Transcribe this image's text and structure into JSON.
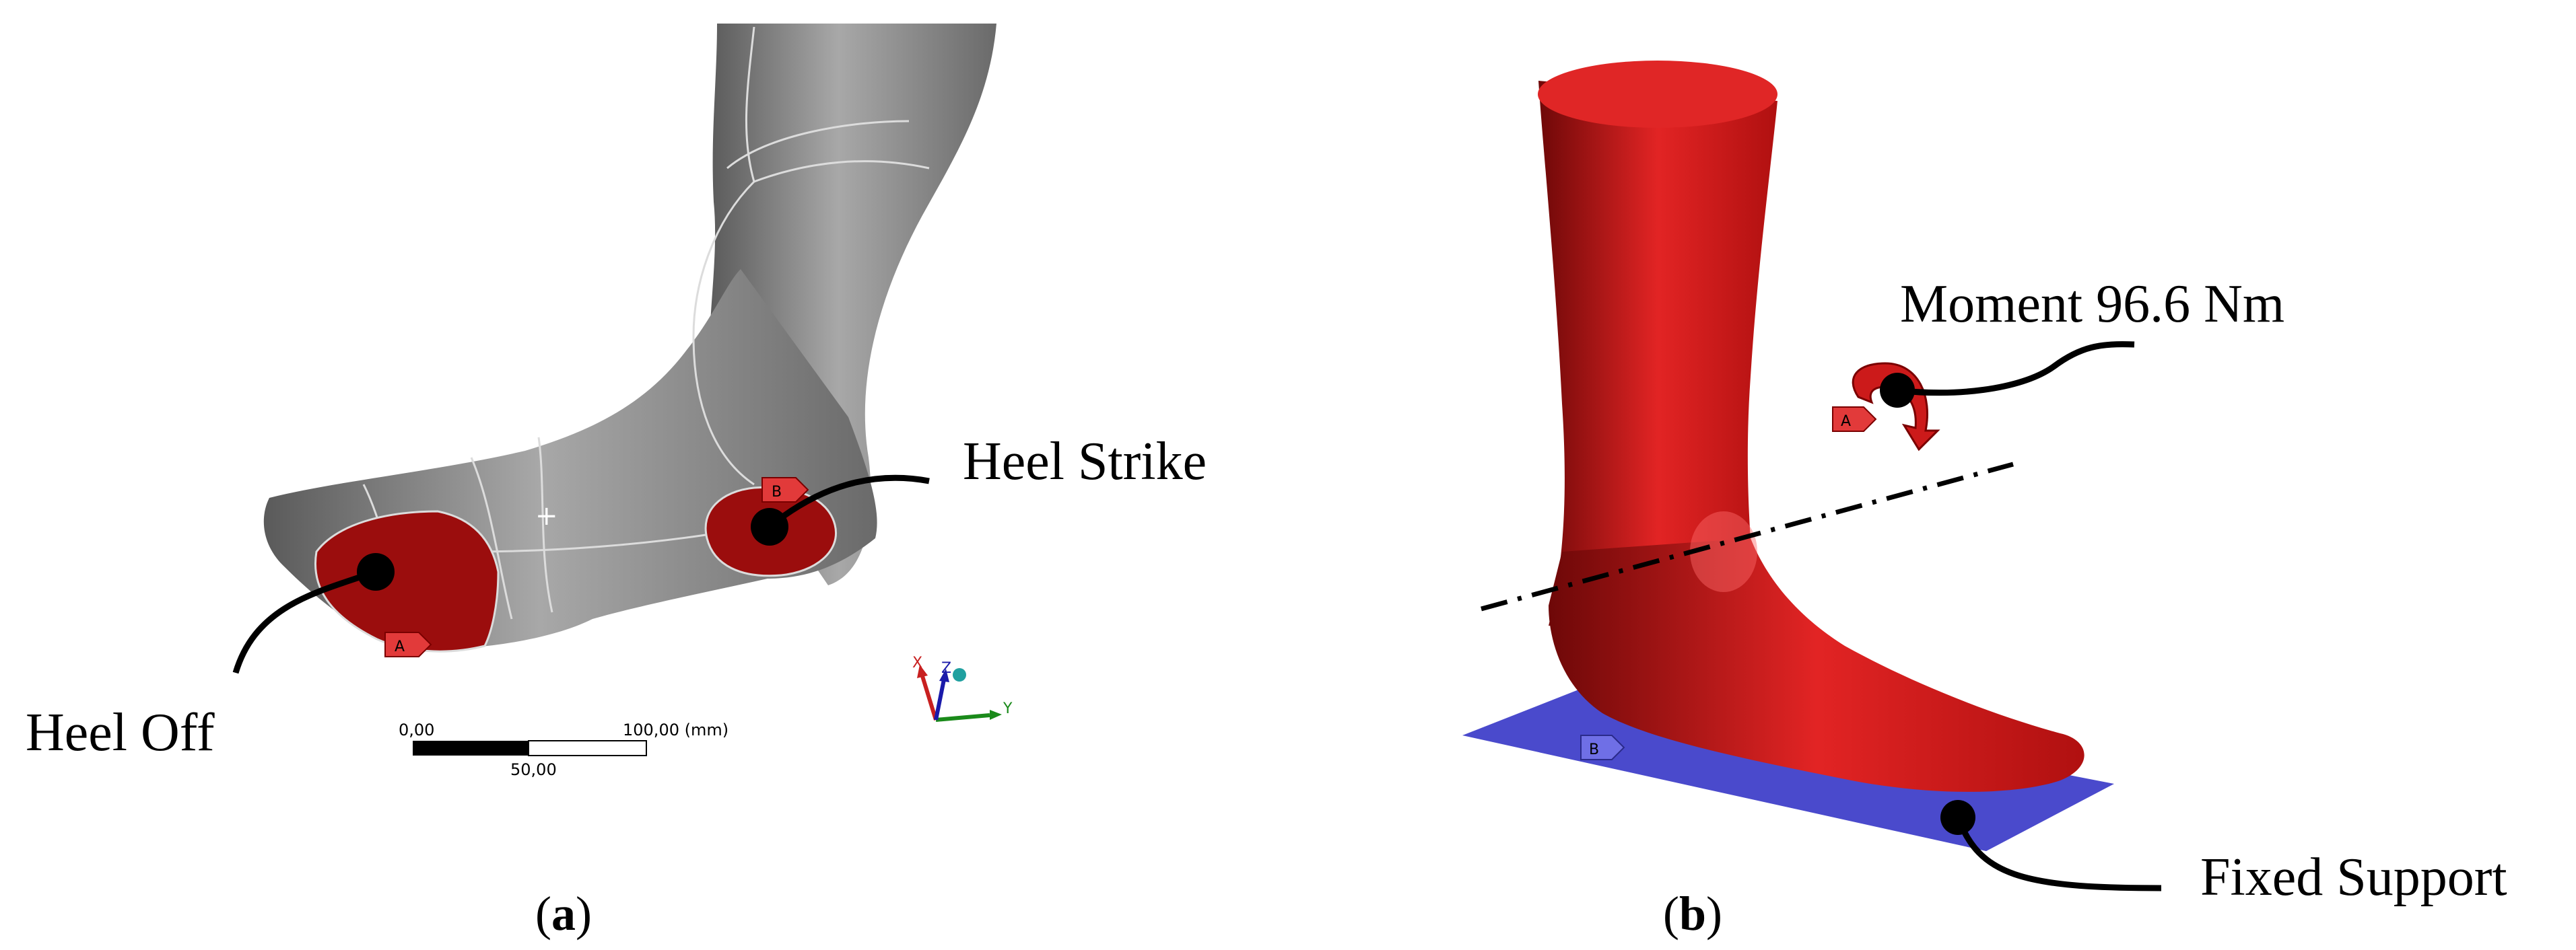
{
  "panel_a": {
    "caption_open": "(",
    "caption_letter": "a",
    "caption_close": ")",
    "label_heel_off": "Heel Off",
    "label_heel_strike": "Heel Strike",
    "tag_a": "A",
    "tag_b": "B",
    "scale_left": "0,00",
    "scale_right": "100,00 (mm)",
    "scale_mid": "50,00",
    "axis_x": "X",
    "axis_y": "Y",
    "axis_z": "Z"
  },
  "panel_b": {
    "caption_open": "(",
    "caption_letter": "b",
    "caption_close": ")",
    "label_moment": "Moment 96.6 Nm",
    "label_fixed_support": "Fixed Support",
    "tag_a": "A",
    "tag_b": "B"
  },
  "colors": {
    "foot_gray": "#8a8a8a",
    "contact_red": "#9b0d0d",
    "foot_red": "#d81c1c",
    "support_blue": "#4a4acc",
    "tag_red": "#e23a3a",
    "tag_blue": "#6f6fe6"
  }
}
